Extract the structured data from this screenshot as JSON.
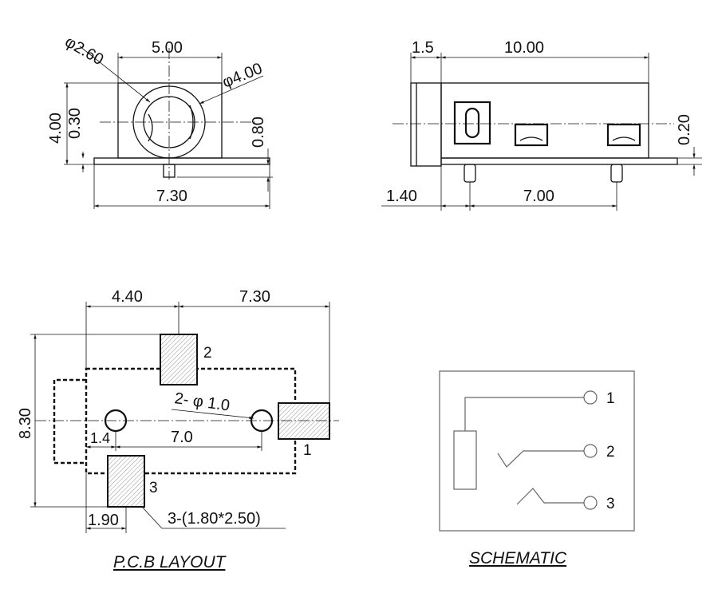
{
  "front_view": {
    "inner_diameter": "φ2.60",
    "width_top": "5.00",
    "outer_diameter": "φ4.00",
    "height": "4.00",
    "offset": "0.30",
    "pin_height": "0.80",
    "base_width": "7.30"
  },
  "side_view": {
    "front_length": "1.5",
    "body_length": "10.00",
    "plate_thickness": "0.20",
    "pin_offset": "1.40",
    "pin_pitch": "7.00"
  },
  "pcb_layout": {
    "dim_left": "4.40",
    "dim_right": "7.30",
    "height": "8.30",
    "hole_label": "2- φ 1.0",
    "hole_offset": "1.4",
    "hole_pitch": "7.0",
    "pad_width": "1.90",
    "pad_spec": "3-(1.80*2.50)",
    "pin1": "1",
    "pin2": "2",
    "pin3": "3",
    "title": "P.C.B LAYOUT"
  },
  "schematic": {
    "pin1": "1",
    "pin2": "2",
    "pin3": "3",
    "title": "SCHEMATIC"
  }
}
